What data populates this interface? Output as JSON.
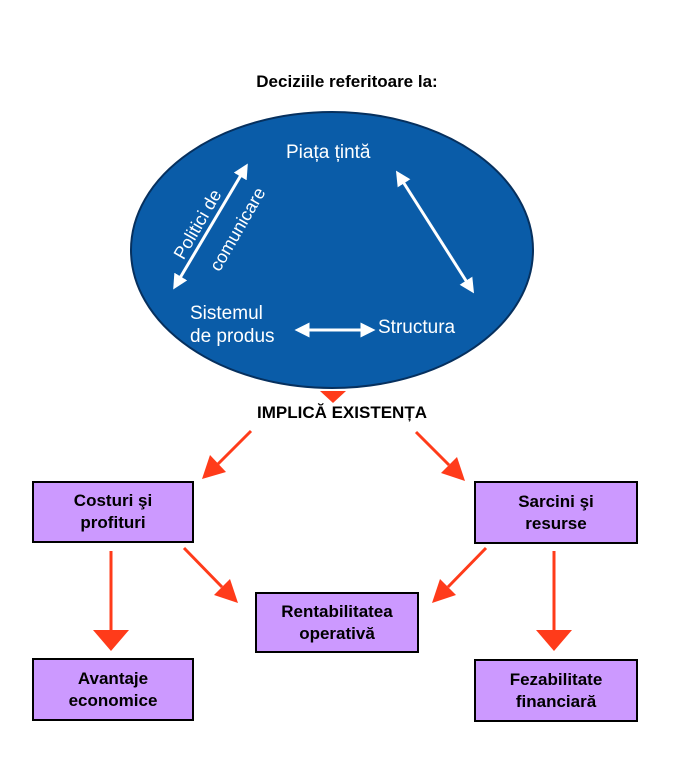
{
  "title": "Deciziile referitoare la:",
  "ellipse": {
    "top_label": "Piața țintă",
    "left_label_line1": "Politici de",
    "left_label_line2": "comunicare",
    "bottom_left_line1": "Sistemul",
    "bottom_left_line2": "de produs",
    "bottom_right": "Structura"
  },
  "implica": "IMPLICĂ EXISTENȚA",
  "boxes": {
    "costuri": {
      "line1": "Costuri şi",
      "line2": "profituri"
    },
    "sarcini": {
      "line1": "Sarcini şi",
      "line2": "resurse"
    },
    "rentabilitate": {
      "line1": "Rentabilitatea",
      "line2": "operativă"
    },
    "avantaje": {
      "line1": "Avantaje",
      "line2": "economice"
    },
    "fezabilitate": {
      "line1": "Fezabilitate",
      "line2": "financiară"
    }
  },
  "colors": {
    "ellipse_fill": "#0a5ca8",
    "box_fill": "#cc99ff",
    "arrow_red": "#ff3b1a",
    "white_arrow": "#ffffff"
  }
}
